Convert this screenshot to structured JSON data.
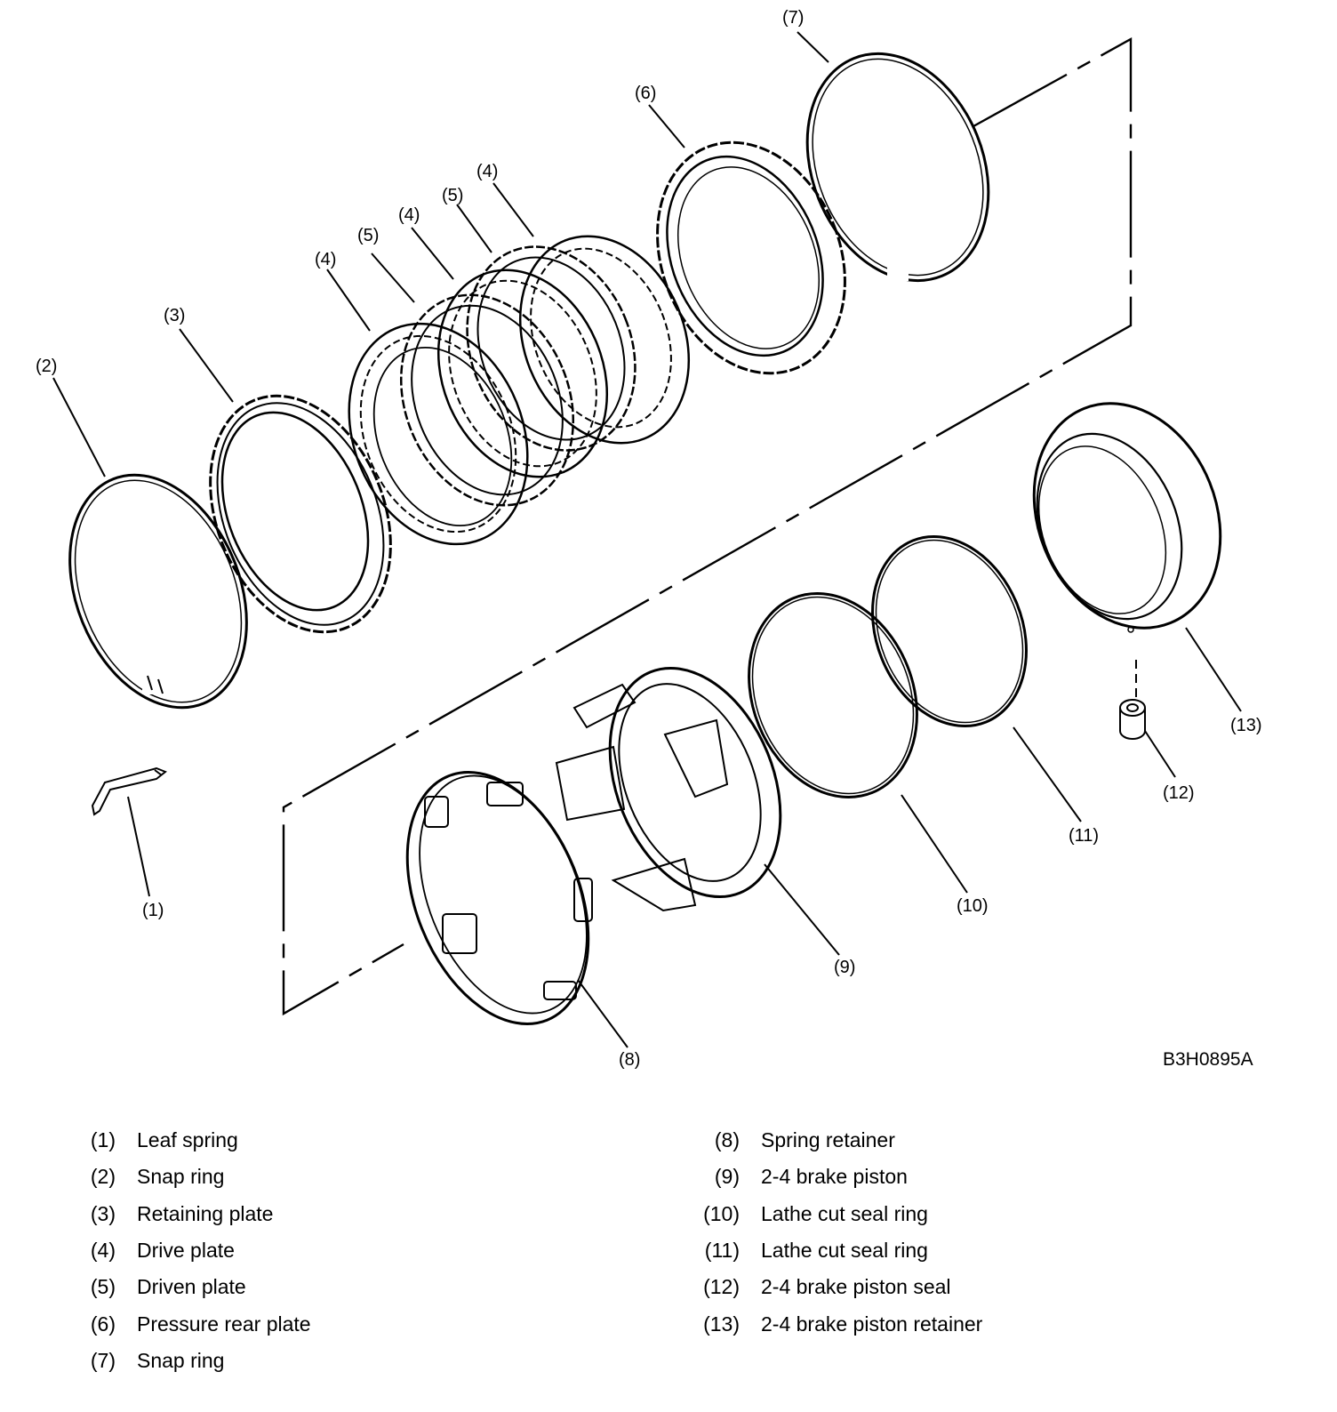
{
  "figure": {
    "code": "B3H0895A",
    "callouts": [
      "(1)",
      "(2)",
      "(3)",
      "(4)",
      "(5)",
      "(6)",
      "(7)",
      "(8)",
      "(9)",
      "(10)",
      "(11)",
      "(12)",
      "(13)"
    ]
  },
  "legend": {
    "left": [
      {
        "num": "(1)",
        "name": "Leaf spring"
      },
      {
        "num": "(2)",
        "name": "Snap ring"
      },
      {
        "num": "(3)",
        "name": "Retaining plate"
      },
      {
        "num": "(4)",
        "name": "Drive plate"
      },
      {
        "num": "(5)",
        "name": "Driven plate"
      },
      {
        "num": "(6)",
        "name": "Pressure rear plate"
      },
      {
        "num": "(7)",
        "name": "Snap ring"
      }
    ],
    "right": [
      {
        "num": "(8)",
        "name": "Spring retainer"
      },
      {
        "num": "(9)",
        "name": "2-4 brake piston"
      },
      {
        "num": "(10)",
        "name": "Lathe cut seal ring"
      },
      {
        "num": "(11)",
        "name": "Lathe cut seal ring"
      },
      {
        "num": "(12)",
        "name": "2-4 brake piston seal"
      },
      {
        "num": "(13)",
        "name": "2-4 brake piston retainer"
      }
    ]
  }
}
